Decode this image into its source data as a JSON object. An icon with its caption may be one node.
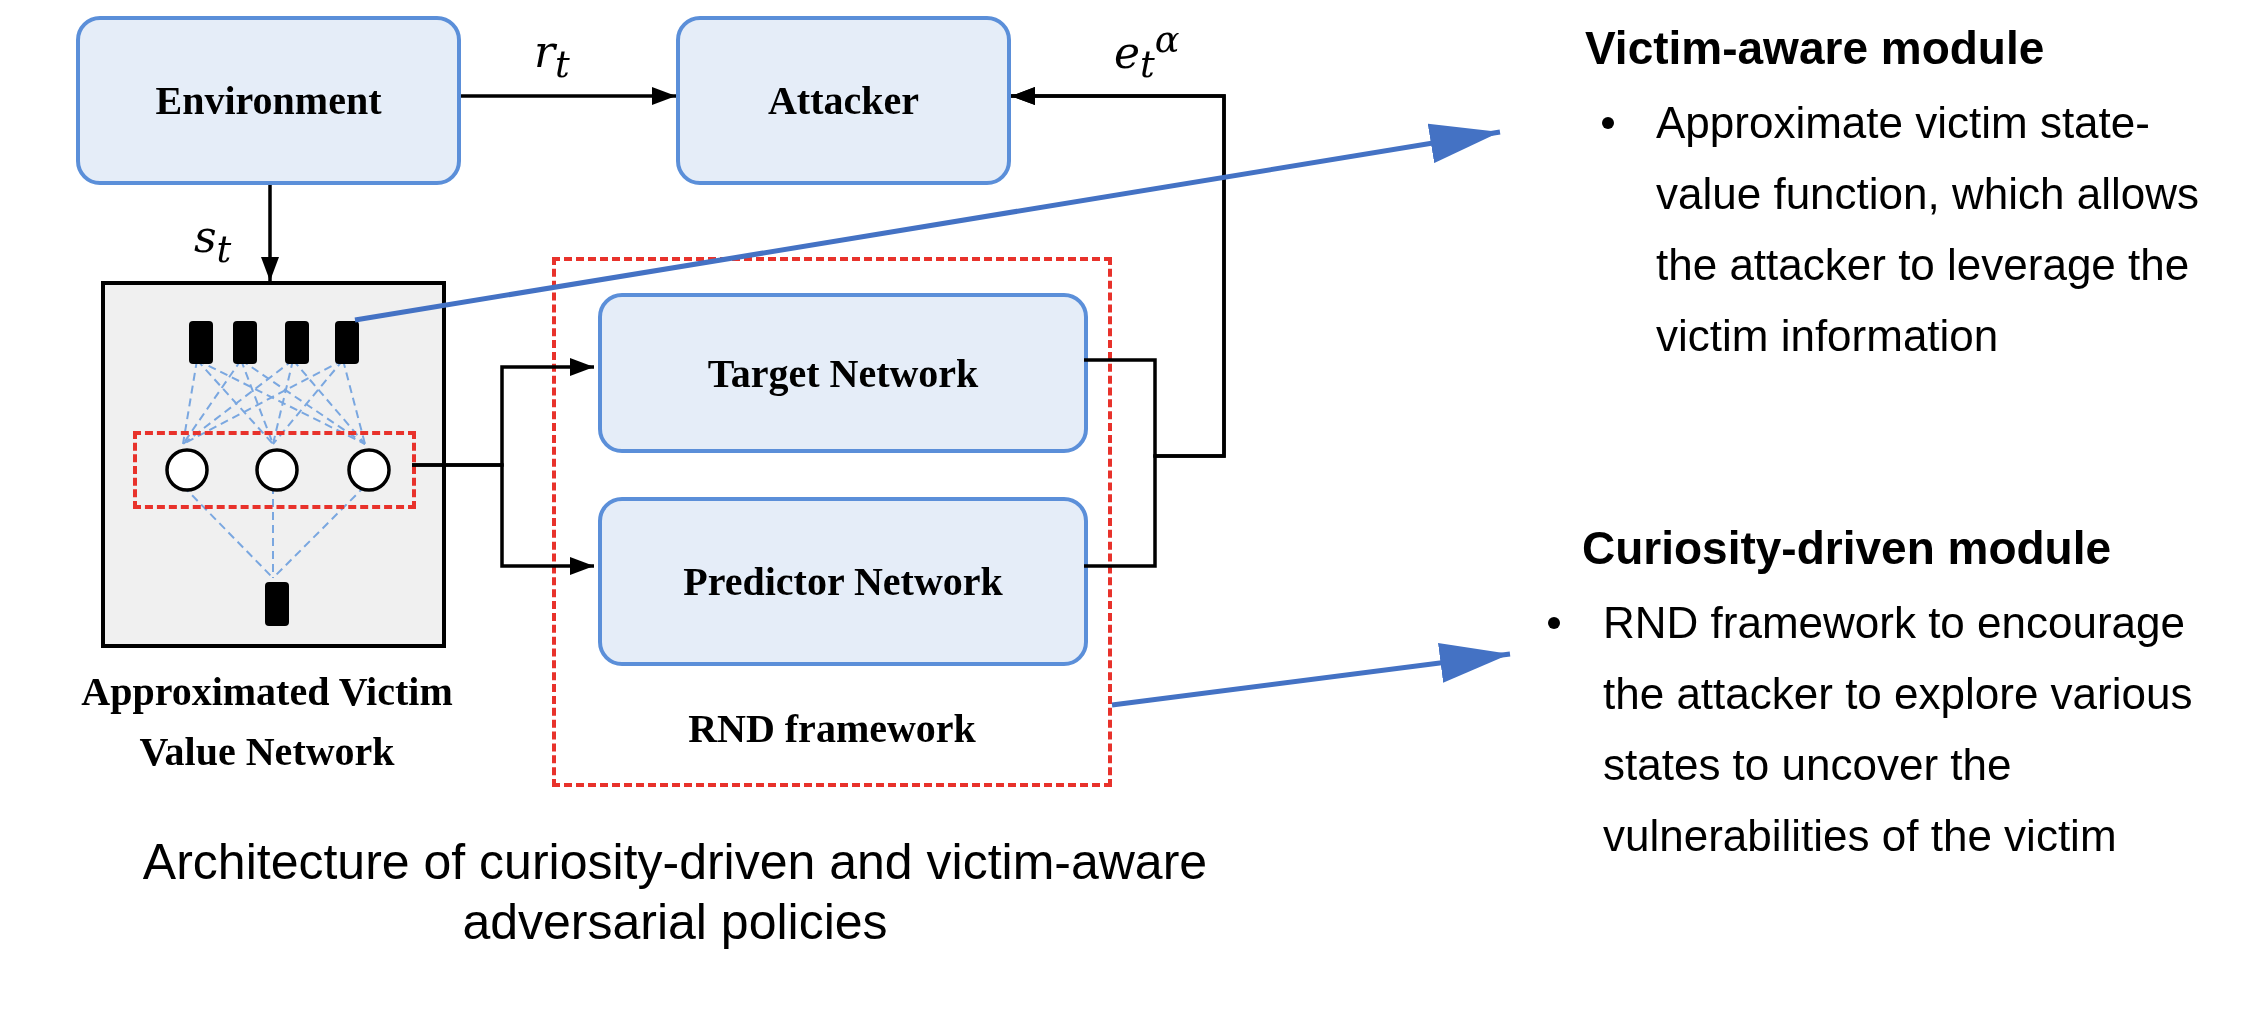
{
  "diagram": {
    "caption": "Architecture of curiosity-driven and victim-aware adversarial policies",
    "nodes": [
      {
        "text": [
          "Environment"
        ]
      },
      {
        "text": [
          "Attacker"
        ]
      },
      {
        "text": [
          "Approximated Victim Value Network"
        ]
      },
      {
        "text": [],
        "shape": "bar",
        "in": 2
      },
      {
        "text": [],
        "shape": "box",
        "in": 2
      },
      {
        "text": [
          "RND framework"
        ]
      },
      {
        "text": [
          "Target Network"
        ],
        "in": 5
      },
      {
        "text": [
          "Predictor Network"
        ],
        "in": 5
      },
      {
        "text": [
          "Victim-aware module",
          "Approximate victim state-value function, which allows the attacker to leverage the victim information"
        ]
      },
      {
        "text": [
          "Curiosity-driven module",
          "RND framework to encourage the attacker to explore various states to uncover the vulnerabilities of the victim"
        ]
      },
      {
        "text": [],
        "shape": "bar",
        "in": 2
      }
    ],
    "edges": [
      {
        "from": 0,
        "to": 1,
        "arrow": "to",
        "label": "r$_{t}$"
      },
      {
        "from": 0,
        "to": 2,
        "arrow": "to",
        "label": "s$_{t}$"
      },
      {
        "from": 4,
        "to": 6,
        "arrow": "to"
      },
      {
        "from": 4,
        "to": 7,
        "arrow": "to"
      },
      {
        "from": 6,
        "to": 1,
        "arrow": "to",
        "label": "e$_{t}$$^{α}$"
      },
      {
        "from": 7,
        "to": 1,
        "arrow": "to"
      },
      {
        "from": 3,
        "to": 8,
        "arrow": "to",
        "color": "#4472c4"
      },
      {
        "from": 5,
        "to": 9,
        "arrow": "to",
        "color": "#4472c4"
      }
    ]
  }
}
